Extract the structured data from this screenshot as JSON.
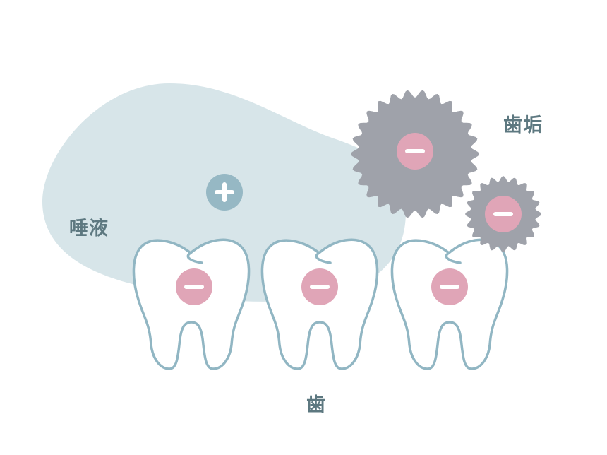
{
  "diagram": {
    "labels": {
      "saliva": "唾液",
      "plaque": "歯垢",
      "teeth": "歯"
    },
    "charges": {
      "saliva": "+",
      "teeth": [
        "−",
        "−",
        "−"
      ],
      "plaque": [
        "−",
        "−"
      ]
    },
    "colors": {
      "saliva_blob": "#d7e5e9",
      "positive_badge": "#96b8c4",
      "negative_badge": "#e0a5b7",
      "tooth_outline": "#91b6c3",
      "tooth_fill": "#ffffff",
      "bacteria": "#9fa2aa",
      "label_text": "#5d7880"
    }
  }
}
